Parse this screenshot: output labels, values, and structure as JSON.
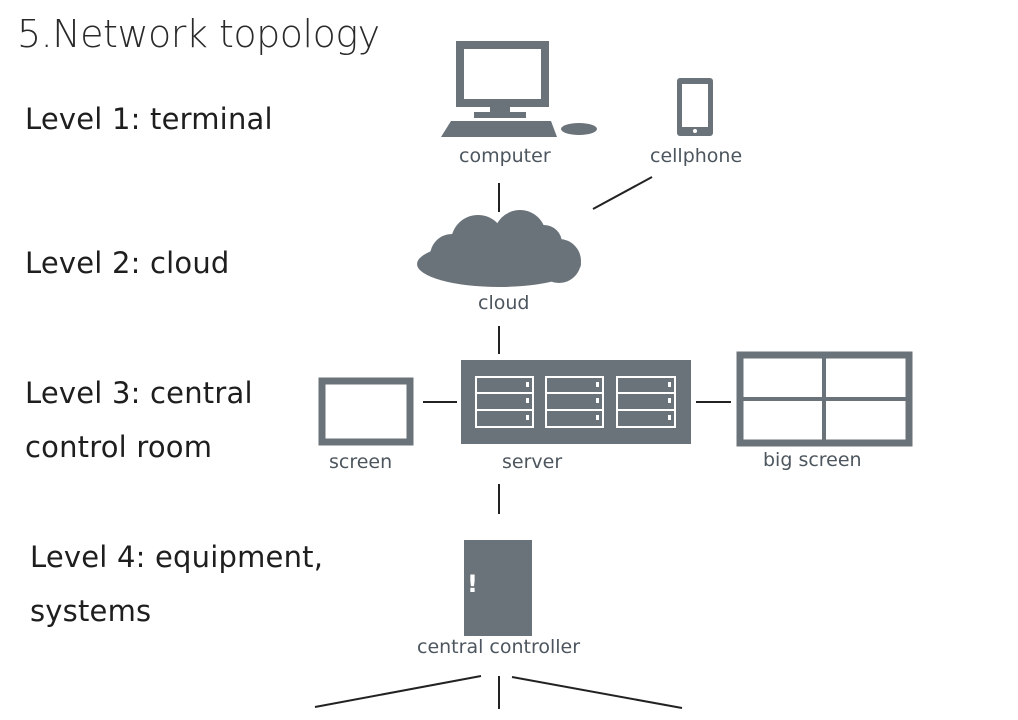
{
  "title": "5.Network topology",
  "levels": [
    {
      "line1": "Level 1: terminal"
    },
    {
      "line1": "Level 2: cloud"
    },
    {
      "line1": "Level 3: central",
      "line2": "control room"
    },
    {
      "line1": "Level 4: equipment,",
      "line2": "systems"
    }
  ],
  "nodes": {
    "computer": "computer",
    "cellphone": "cellphone",
    "cloud": "cloud",
    "screen": "screen",
    "server": "server",
    "big_screen": "big screen",
    "central_controller": "central controller",
    "controller_mark": "!"
  },
  "colors": {
    "device": "#6b737a",
    "line": "#222222"
  }
}
